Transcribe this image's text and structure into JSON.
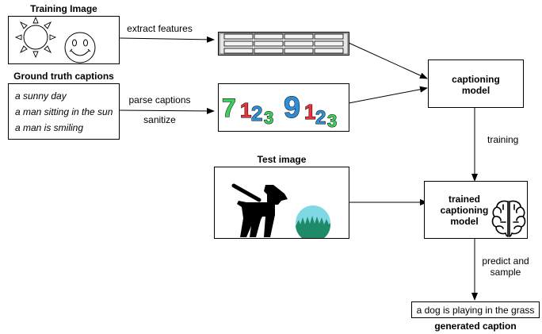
{
  "training_image": {
    "title": "Training Image"
  },
  "ground_truth": {
    "title": "Ground truth captions",
    "captions": [
      "a sunny day",
      "a man sitting in the sun",
      "a man is smiling"
    ]
  },
  "edges": {
    "extract_features": "extract features",
    "parse_captions": "parse captions",
    "sanitize": "sanitize",
    "training": "training",
    "predict_line1": "predict and",
    "predict_line2": "sample"
  },
  "tokens": {
    "first": [
      "7",
      "1",
      "2",
      "3"
    ],
    "second": [
      "9",
      "1",
      "2",
      "3"
    ]
  },
  "captioning_model": {
    "line1": "captioning",
    "line2": "model"
  },
  "test_image": {
    "title": "Test image"
  },
  "trained_model": {
    "line1": "trained",
    "line2": "captioning",
    "line3": "model"
  },
  "generated_caption": {
    "text": "a dog is playing in the grass",
    "label": "generated caption"
  },
  "colors": {
    "green": "#3ecf5c",
    "red": "#e8323c",
    "blue": "#2f8fd6",
    "teal": "#48c3d8",
    "grass": "#1f8a6a"
  }
}
